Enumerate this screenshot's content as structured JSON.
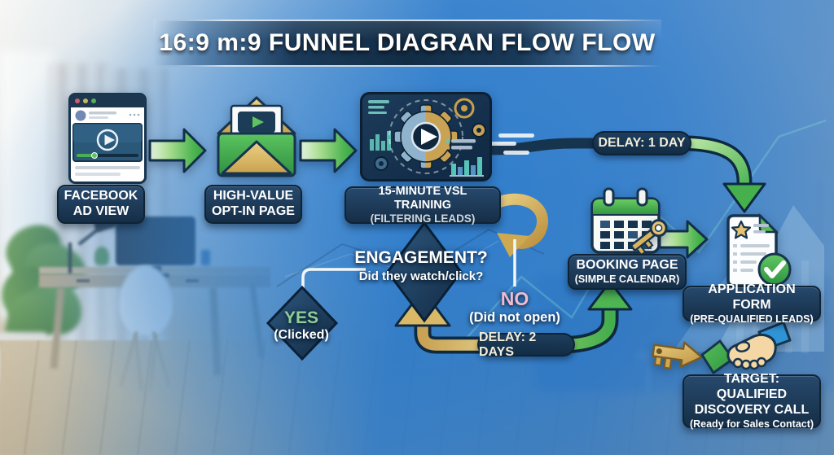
{
  "title": "16:9 m:9 FUNNEL DIAGRAN FLOW FLOW",
  "nodes": {
    "facebook": {
      "line1": "FACEBOOK",
      "line2": "AD VIEW"
    },
    "optin": {
      "line1": "HIGH-VALUE",
      "line2": "OPT-IN PAGE"
    },
    "vsl": {
      "line1": "15-MINUTE VSL TRAINING",
      "line2": "(FILTERING LEADS)"
    },
    "booking": {
      "line1": "BOOKING PAGE",
      "line2": "(SIMPLE CALENDAR)"
    },
    "application": {
      "line1": "APPLICATION FORM",
      "line2": "(PRE-QUALIFIED LEADS)"
    },
    "target": {
      "line1": "TARGET: QUALIFIED",
      "line2": "DISCOVERY CALL",
      "line3": "(Ready for Sales Contact)"
    }
  },
  "decision": {
    "question": "ENGAGEMENT?",
    "question_sub": "Did they watch/click?",
    "yes": "YES",
    "yes_sub": "(Clicked)",
    "no": "NO",
    "no_sub": "(Did not open)"
  },
  "delays": {
    "delay1": "DELAY: 1 DAY",
    "delay2": "DELAY: 2 DAYS"
  },
  "icons": {
    "facebook": "browser-video-ad-icon",
    "optin": "envelope-key-icon",
    "vsl": "gear-play-dashboard-icon",
    "booking": "calendar-key-icon",
    "application": "document-check-icon",
    "target": "handshake-icon",
    "key_arrow": "key-arrow-icon"
  },
  "colors": {
    "overlay_blue": "#2476ca",
    "panel_navy": "#16344e",
    "arrow_green": "#46b14c",
    "gold": "#c9a254",
    "yes_green": "#8ecf97",
    "no_pink": "#eebcd2",
    "delay_text": "#f2ecd9"
  }
}
